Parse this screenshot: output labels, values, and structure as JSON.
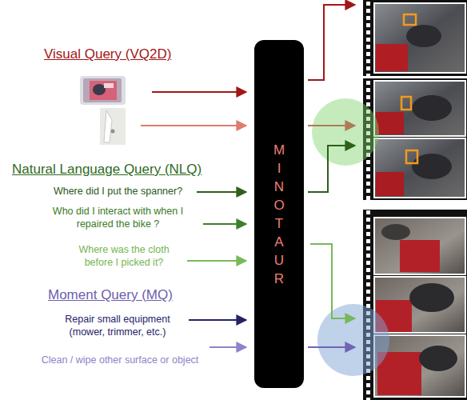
{
  "diagram": {
    "nodes": [
      {
        "text": [
          "MINOTAUR"
        ]
      }
    ],
    "labels": [
      "Visual Query (VQ2D)",
      "Natural Language Query (NLQ)",
      "Where did I put the spanner?",
      "Who did I interact with when I repaired the bike ?",
      "Where was the cloth before I picked it?",
      "Moment Query (MQ)",
      "Repair small equipment (mower, trimmer, etc.)",
      "Clean / wipe other surface or object"
    ]
  }
}
